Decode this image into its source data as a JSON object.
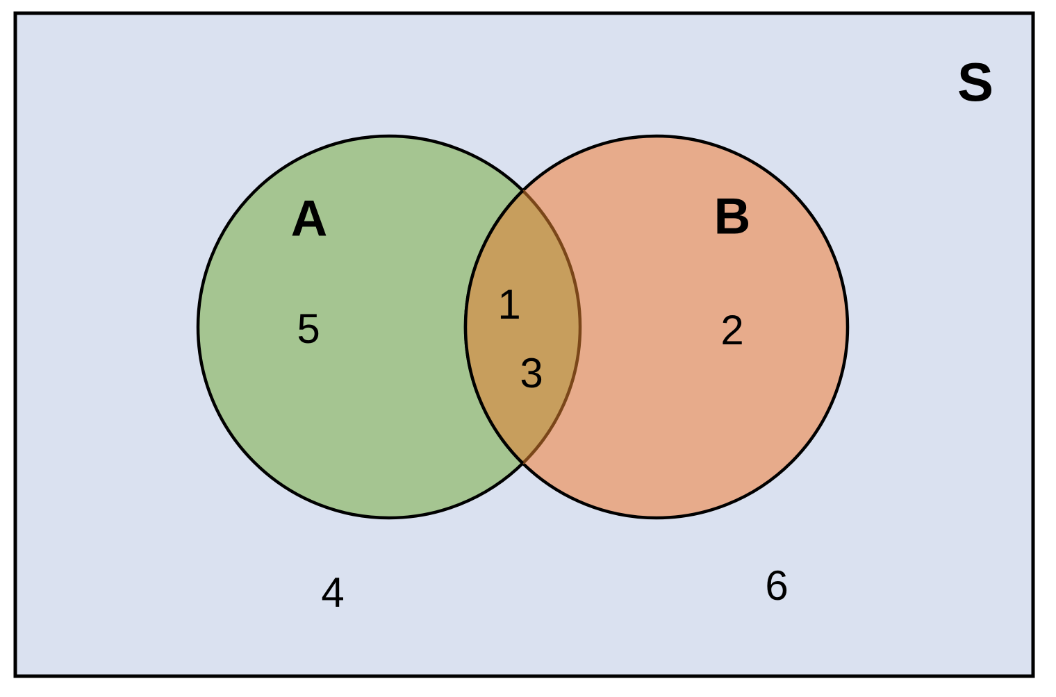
{
  "diagram": {
    "type": "venn-diagram",
    "labels": {
      "universe": "S",
      "set_a": "A",
      "set_b": "B",
      "a_only": "5",
      "intersection_top": "1",
      "intersection_bottom": "3",
      "b_only": "2",
      "outside_left": "4",
      "outside_right": "6"
    },
    "colors": {
      "page": "#ffffff",
      "background": "#dae1f0",
      "set_a_fill": "#a5c591",
      "set_b_fill": "#e7ab8b",
      "intersection_fill": "#c79e5d",
      "intersection_edge": "#7a4619",
      "outline": "#000000",
      "text": "#000000"
    },
    "venn_data": {
      "universe_label": "S",
      "sets": [
        {
          "name": "A",
          "only_members": [
            "5"
          ]
        },
        {
          "name": "B",
          "only_members": [
            "2"
          ]
        }
      ],
      "intersection_members": [
        "1",
        "3"
      ],
      "outside_members": [
        "4",
        "6"
      ]
    }
  }
}
